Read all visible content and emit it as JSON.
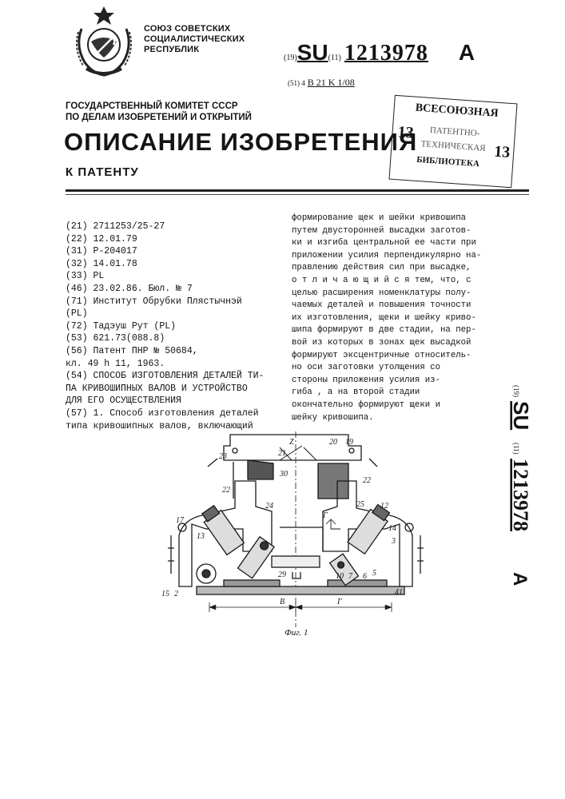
{
  "header": {
    "org_lines": [
      "СОЮЗ СОВЕТСКИХ",
      "СОЦИАЛИСТИЧЕСКИХ",
      "РЕСПУБЛИК"
    ],
    "code_19": "(19)",
    "country": "SU",
    "code_11": "(11)",
    "number": "1213978",
    "kind": "A",
    "ipc_code": "(51) 4",
    "ipc_class": "B 21 K 1/08"
  },
  "committee_lines": [
    "ГОСУДАРСТВЕННЫЙ КОМИТЕТ СССР",
    "ПО ДЕЛАМ ИЗОБРЕТЕНИЙ И ОТКРЫТИЙ"
  ],
  "title": "ОПИСАНИЕ ИЗОБРЕТЕНИЯ",
  "subtitle": "К ПАТЕНТУ",
  "stamp": {
    "line1": "ВСЕСОЮЗНАЯ",
    "line2": "ПАТЕНТНО-",
    "line3": "ТЕХНИЧЕСКАЯ",
    "line4": "БИБЛИОТЕКА",
    "num_left": "13",
    "num_right": "13"
  },
  "biblio": [
    "(21) 2711253/25-27",
    "(22) 12.01.79",
    "(31) P-204017",
    "(32) 14.01.78",
    "(33) PL",
    "(46) 23.02.86. Бюл. № 7",
    "(71) Институт Обрубки Плястычнэй",
    "(PL)",
    "(72) Тадэуш Рут (PL)",
    "(53) 621.73(088.8)",
    "(56) Патент ПНР № 50684,",
    "кл. 49 h 11, 1963.",
    "(54) СПОСОБ ИЗГОТОВЛЕНИЯ ДЕТАЛЕЙ ТИ-",
    "ПА КРИВОШИПНЫХ ВАЛОВ И УСТРОЙСТВО",
    "ДЛЯ ЕГО ОСУЩЕСТВЛЕНИЯ",
    "(57) 1. Способ изготовления деталей",
    "типа кривошипных валов, включающий"
  ],
  "claim_lines": [
    "формирование щек и шейки кривошипа",
    "путем двусторонней высадки заготов-",
    "ки и изгиба центральной ее части при",
    "приложении усилия перпендикулярно на-",
    "правлению действия сил при высадке,",
    "о т л и ч а ю щ и й с я  тем, что, с",
    "целью расширения номенклатуры полу-",
    "чаемых деталей и повышения точности",
    "их изготовления, щеки и шейку криво-",
    "шипа формируют в две стадии, на пер-",
    "вой из которых в зонах щек высадкой",
    "формируют эксцентричные относитель-",
    "но  оси  заготовки  утолщения  со",
    "стороны  приложения  усилия  из-",
    "гиба ,  а  на второй стадии",
    "окончательно  формируют  щеки  и",
    "шейку кривошипа."
  ],
  "side_label": {
    "code_19": "(19)",
    "country": "SU",
    "code_11": "(11)",
    "number": "1213978",
    "kind": "A"
  },
  "figure": {
    "caption": "Фиг. 1",
    "labels": {
      "l23": "23",
      "l21": "21",
      "l30": "30",
      "l20": "20",
      "l19": "19",
      "l22a": "22",
      "l22b": "22",
      "l24": "24",
      "l17": "17",
      "l13": "13",
      "l25": "25",
      "l12": "12",
      "l14": "14",
      "l3": "3",
      "l15": "15",
      "l2": "2",
      "l29": "29",
      "l10": "10",
      "l7": "7",
      "l6": "6",
      "l5": "5",
      "l41": "41",
      "lB": "В",
      "lG": "Г",
      "lG2": "Г",
      "lZ": "Z"
    }
  }
}
